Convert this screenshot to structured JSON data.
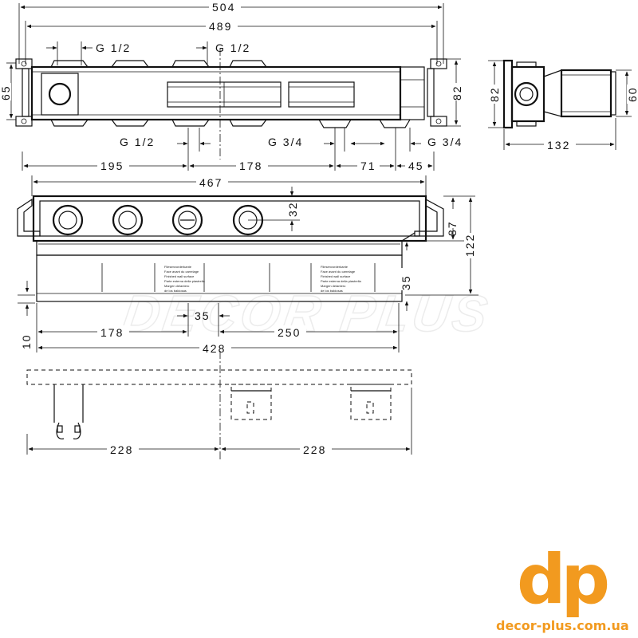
{
  "dimensions": {
    "total_width": "504",
    "frame_width": "489",
    "inlet_1": "G 1/2",
    "inlet_2": "G 1/2",
    "outlet_left": "G 1/2",
    "outlet_mid": "G 3/4",
    "outlet_right": "G 3/4",
    "left_height": "65",
    "right_height": "82",
    "side_height": "82",
    "side_depth": "60",
    "side_width": "132",
    "seg_195": "195",
    "seg_178": "178",
    "seg_71": "71",
    "seg_45": "45",
    "box_width": "467",
    "knob_offset": "32",
    "height_87": "87",
    "height_122": "122",
    "depth_35": "35",
    "plate_178": "178",
    "plate_35": "35",
    "plate_250": "250",
    "plate_428": "428",
    "offset_10": "10",
    "bottom_left": "228",
    "bottom_right": "228"
  },
  "plaster_guard_label": [
    "Fliesenvorderkante",
    "Face avant du carrelage",
    "Finished wall surface",
    "Parte esterna della piastrella",
    "Margen delantero",
    "de los baldosas"
  ],
  "watermark": "DECOR PLUS",
  "brand": {
    "logo_letters": "dp",
    "website": "decor-plus.com.ua",
    "color": "#f29a1f"
  }
}
